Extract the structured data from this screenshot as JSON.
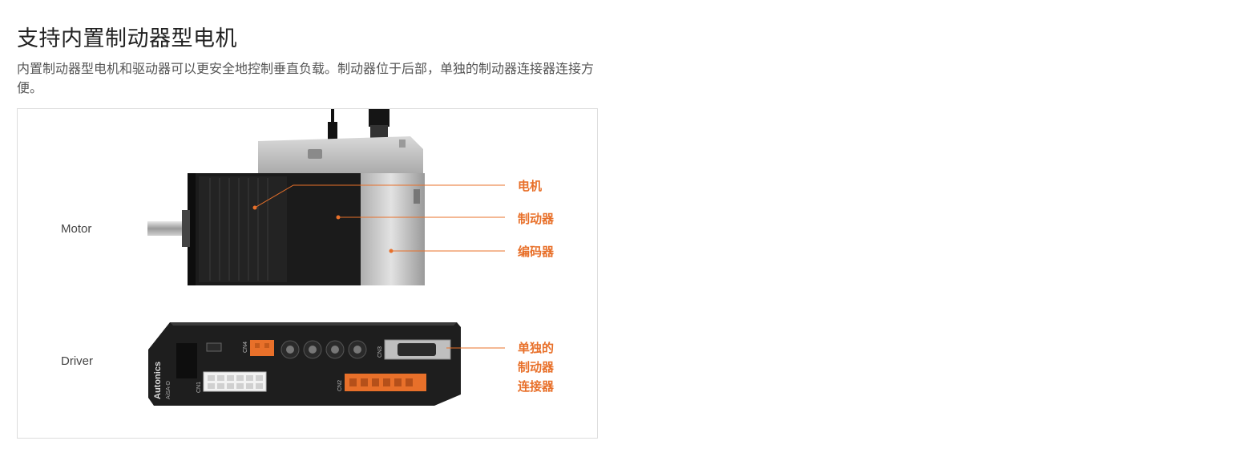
{
  "section": {
    "title": "支持内置制动器型电机",
    "description": "内置制动器型电机和驱动器可以更安全地控制垂直负载。制动器位于后部，单独的制动器连接器连接方便。"
  },
  "figure": {
    "labels": {
      "motor": "Motor",
      "driver": "Driver"
    },
    "callouts": {
      "motor": "电机",
      "brake": "制动器",
      "encoder": "编码器",
      "brake_connector_line1": "单独的",
      "brake_connector_line2": "制动器",
      "brake_connector_line3": "连接器"
    },
    "driver_print": {
      "brand": "Autonics",
      "model": "AiSA-D",
      "cn1": "CN1",
      "cn2": "CN2",
      "cn3": "CN3",
      "cn4": "CN4"
    },
    "colors": {
      "accent": "#e8702a",
      "motor_body": "#1a1a1a",
      "motor_housing": "#c8c8c8",
      "driver_body": "#1e1e1e",
      "connector_orange": "#e8702a"
    }
  }
}
